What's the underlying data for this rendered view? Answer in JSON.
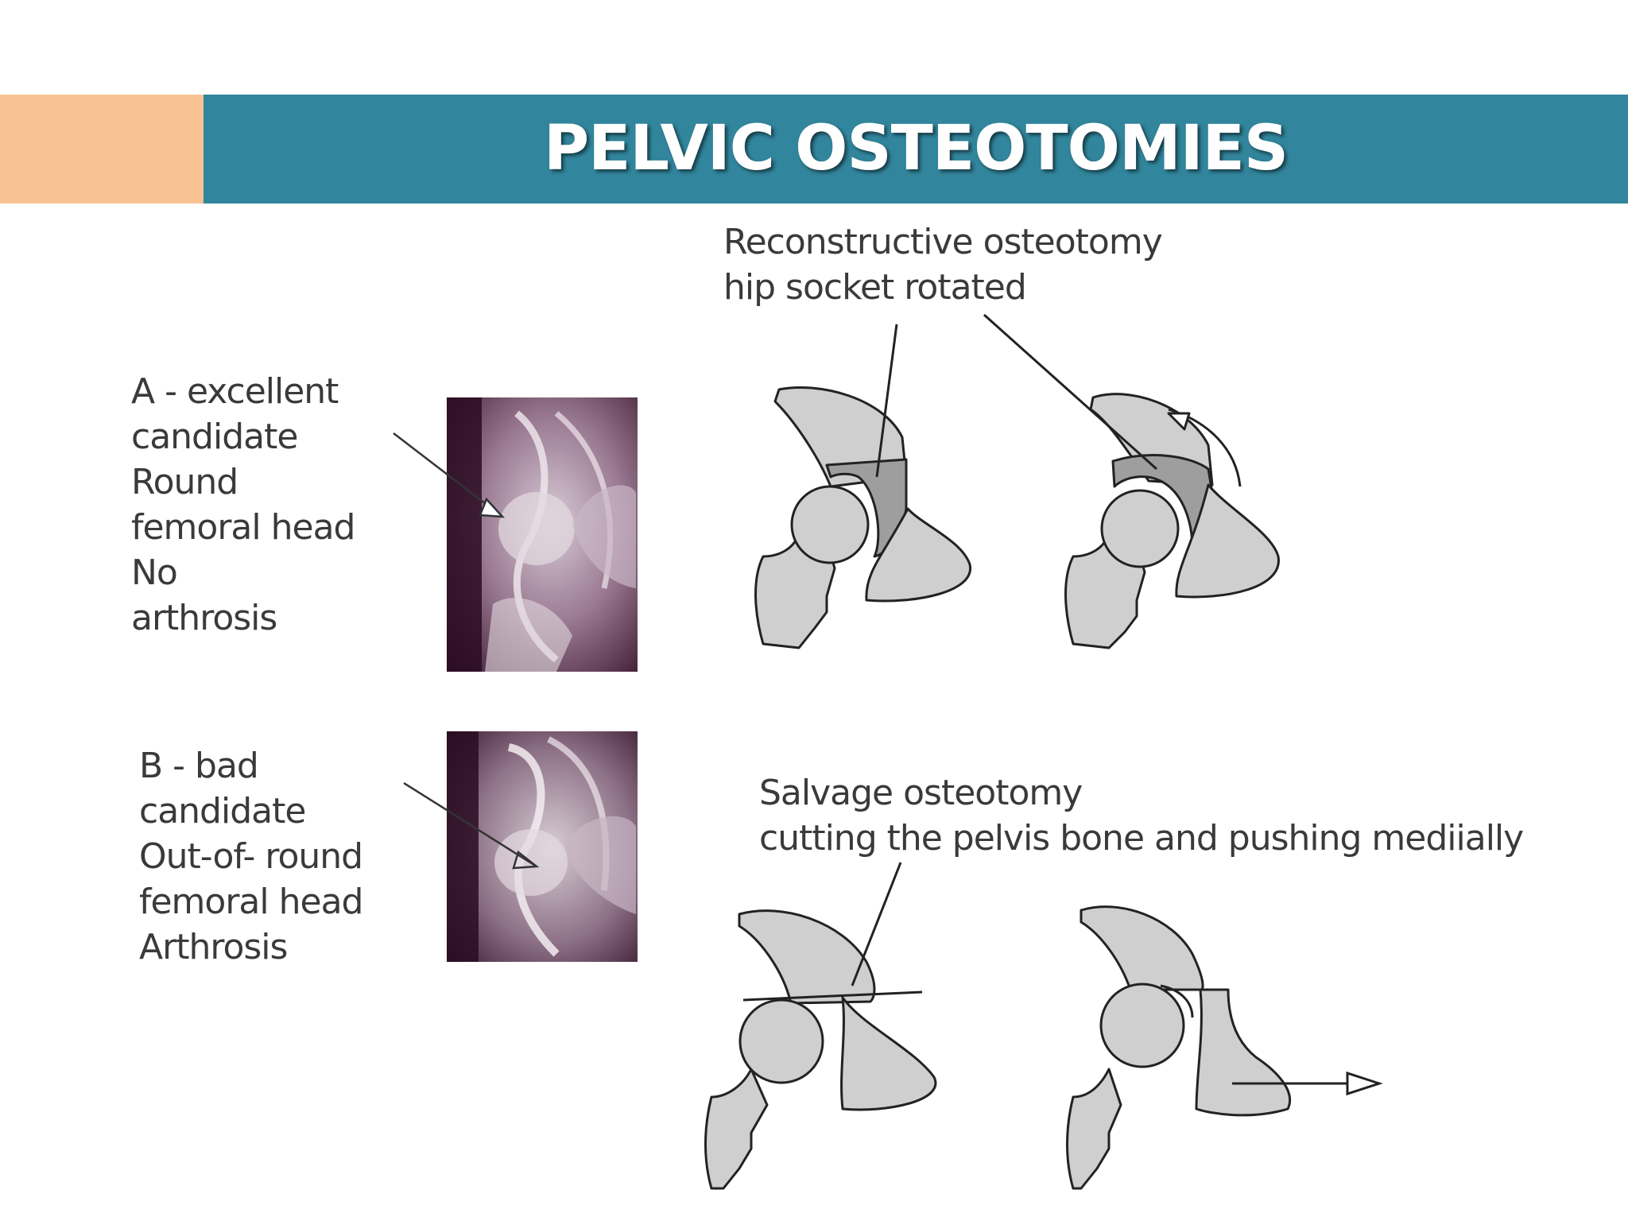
{
  "slide": {
    "title": "PELVIC OSTEOTOMIES",
    "accent_color": "#f8c292",
    "title_bar_color": "#31859c"
  },
  "xray_a": {
    "lines": [
      "A - excellent",
      "candidate",
      "Round",
      "femoral head",
      "No",
      "arthrosis"
    ]
  },
  "xray_b": {
    "lines": [
      "B - bad",
      "candidate",
      "Out-of- round",
      "femoral head",
      "Arthrosis"
    ]
  },
  "reconstructive": {
    "lines": [
      "Reconstructive osteotomy",
      "hip socket rotated"
    ]
  },
  "salvage": {
    "lines": [
      "Salvage osteotomy",
      "cutting the pelvis bone and pushing mediially"
    ]
  }
}
